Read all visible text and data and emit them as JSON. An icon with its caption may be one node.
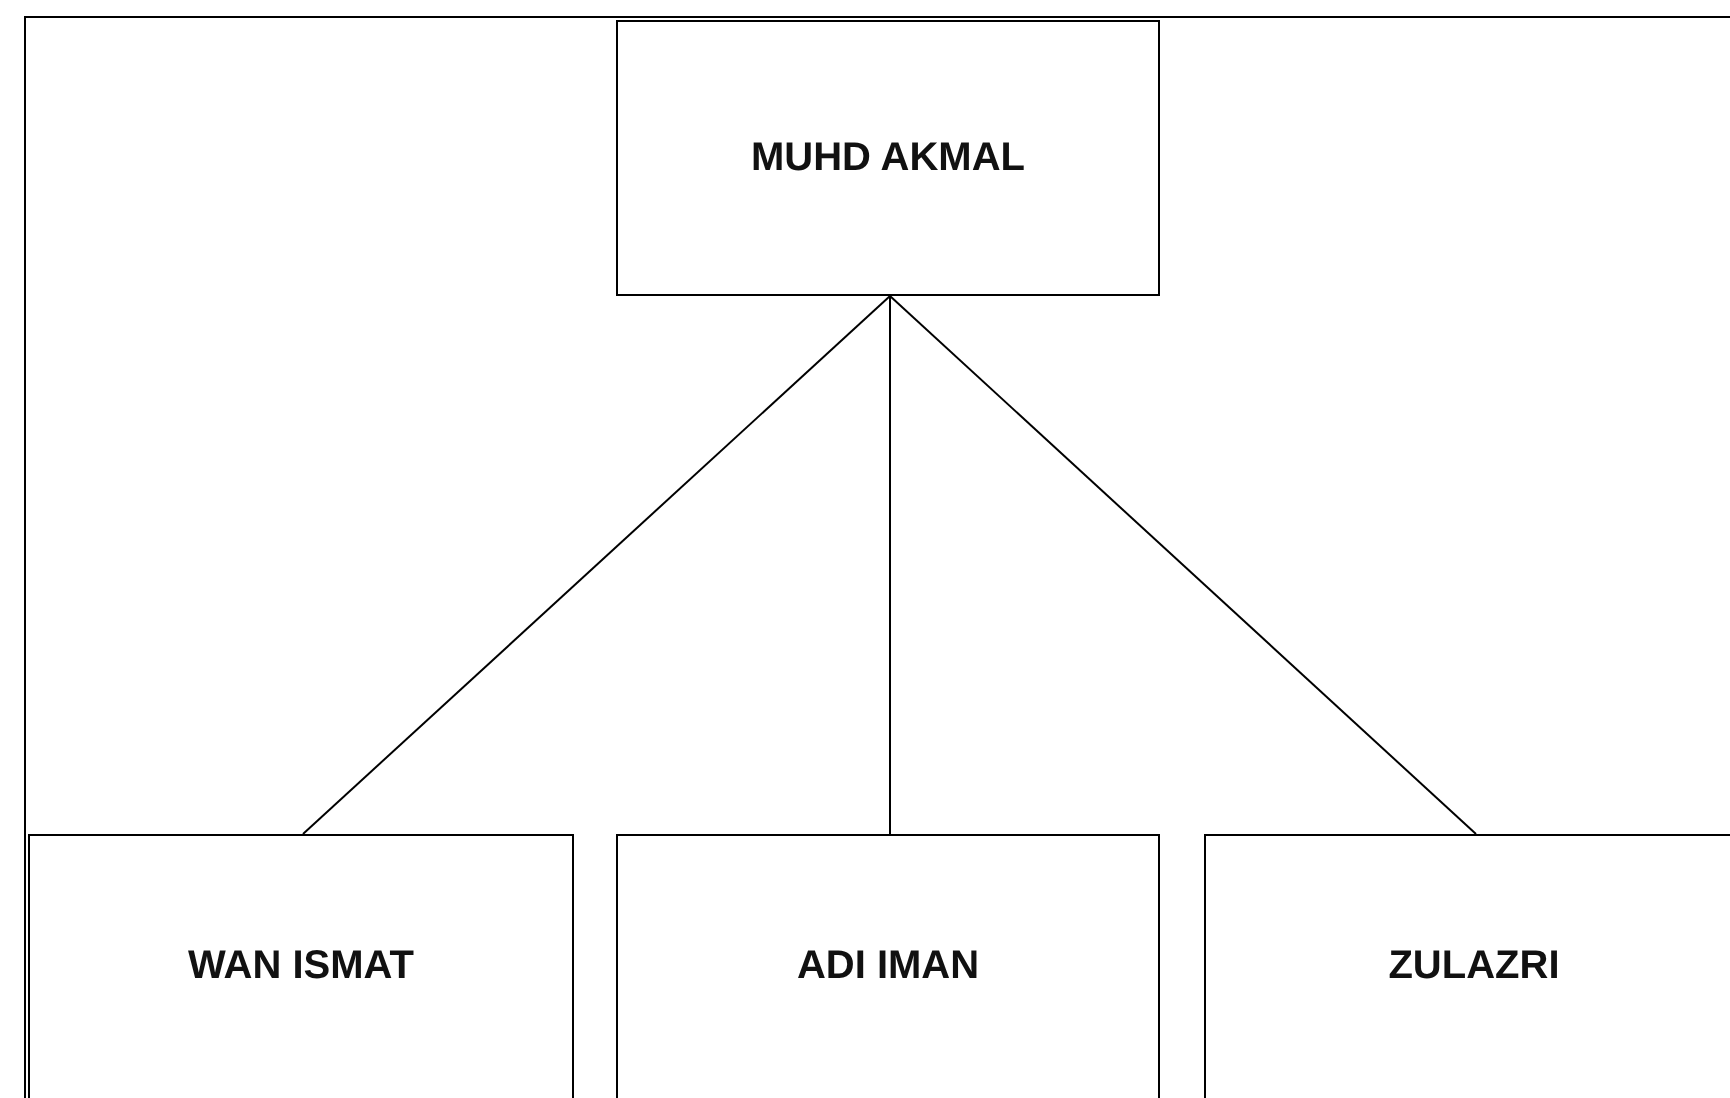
{
  "diagram": {
    "nodes": [
      {
        "text": [
          "MUHD AKMAL"
        ]
      },
      {
        "text": [
          "WAN ISMAT"
        ]
      },
      {
        "text": [
          "ADI IMAN"
        ]
      },
      {
        "text": [
          "ZULAZRI"
        ]
      }
    ],
    "edges": [
      {
        "from": 0,
        "to": 1,
        "arrow": "none"
      },
      {
        "from": 0,
        "to": 2,
        "arrow": "none"
      },
      {
        "from": 0,
        "to": 3,
        "arrow": "none"
      }
    ]
  }
}
